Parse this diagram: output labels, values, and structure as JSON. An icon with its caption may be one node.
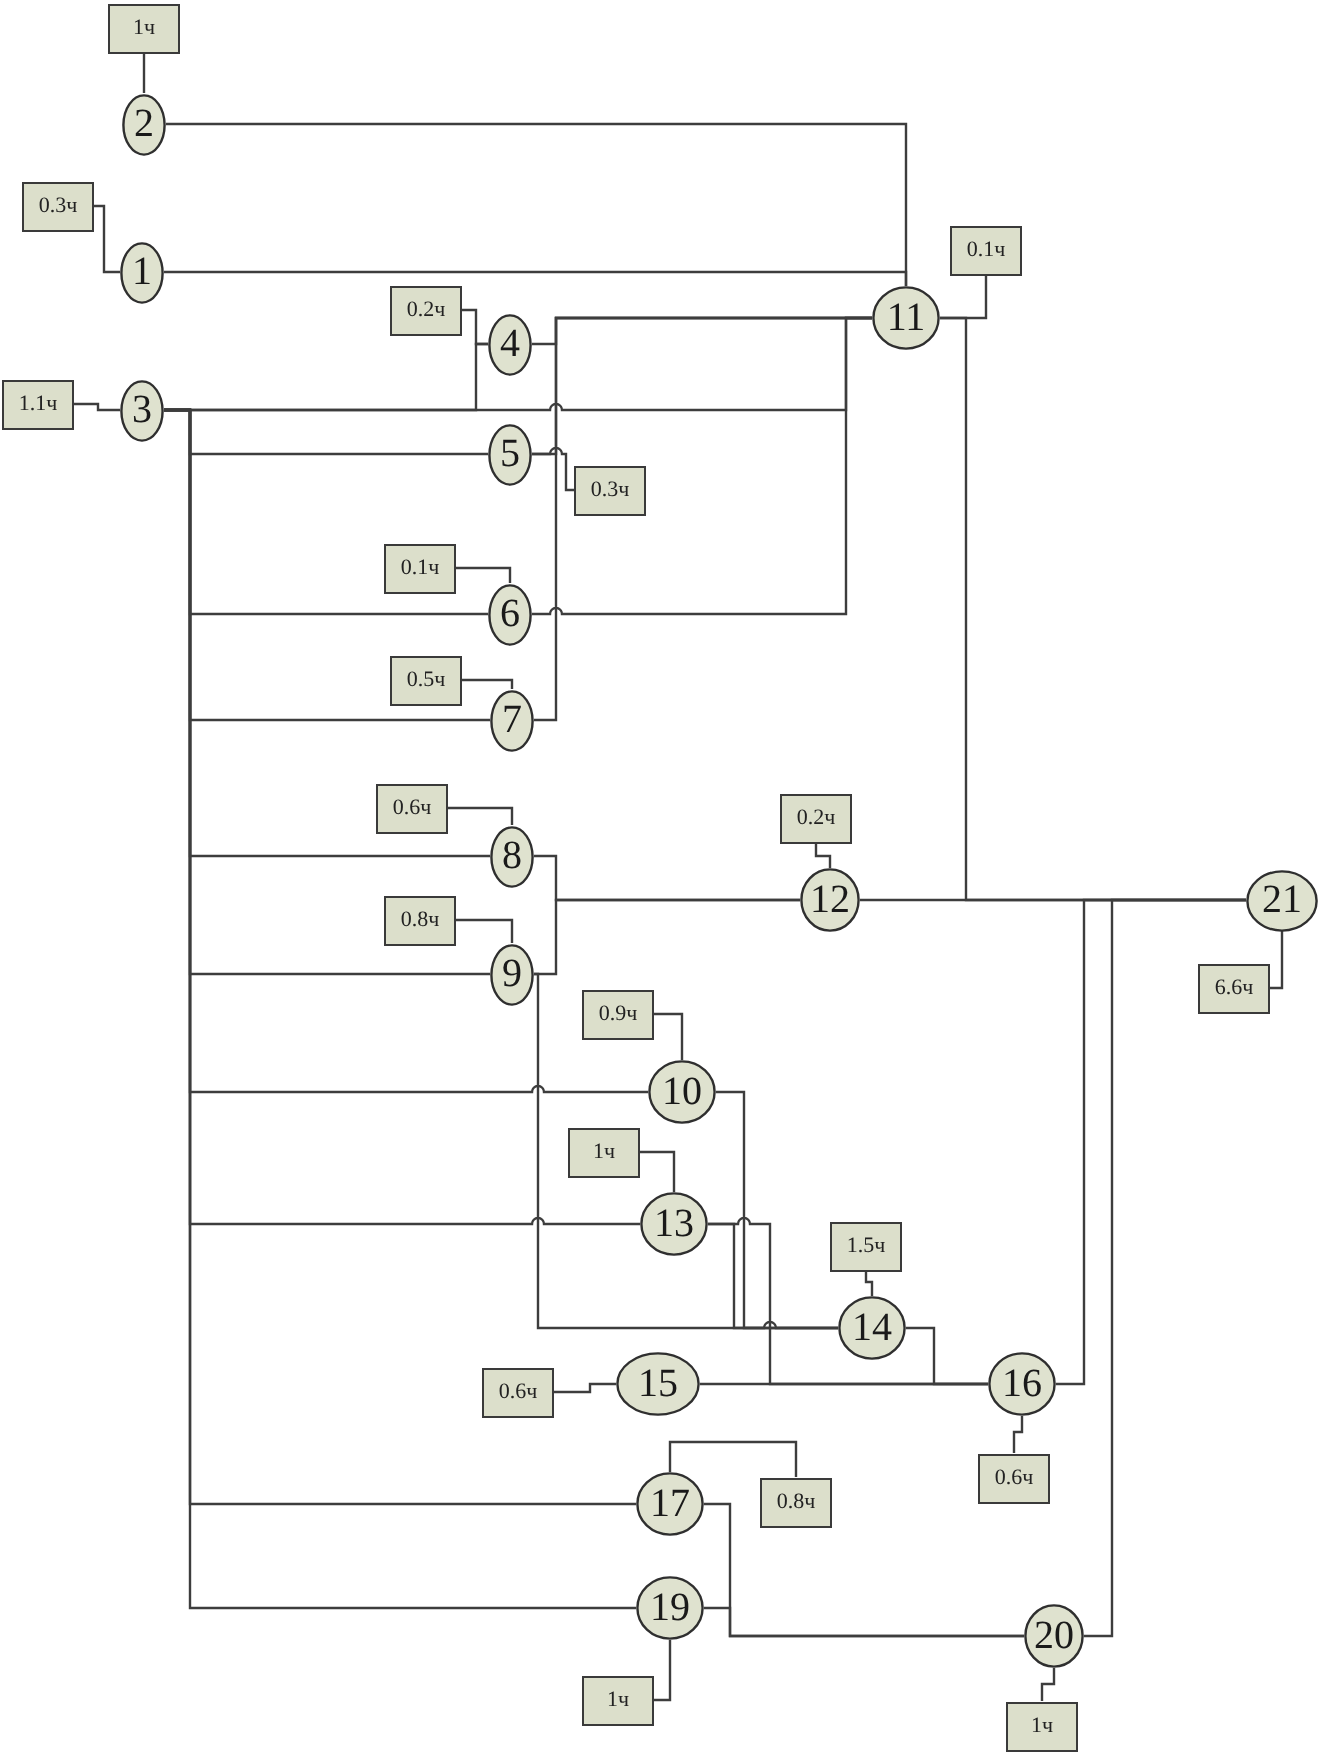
{
  "diagram": {
    "nodes": [
      {
        "text": [
          "1ч"
        ]
      },
      {
        "text": [
          "2"
        ]
      },
      {
        "text": [
          "0.3ч"
        ]
      },
      {
        "text": [
          "1"
        ]
      },
      {
        "text": [
          "0.1ч"
        ]
      },
      {
        "text": [
          "0.2ч"
        ]
      },
      {
        "text": [
          "11"
        ]
      },
      {
        "text": [
          "4"
        ]
      },
      {
        "text": [
          "1.1ч"
        ]
      },
      {
        "text": [
          "3"
        ]
      },
      {
        "text": [
          "5"
        ]
      },
      {
        "text": [
          "0.3ч"
        ]
      },
      {
        "text": [
          "0.1ч"
        ]
      },
      {
        "text": [
          "6"
        ]
      },
      {
        "text": [
          "0.5ч"
        ]
      },
      {
        "text": [
          "7"
        ]
      },
      {
        "text": [
          "0.6ч"
        ]
      },
      {
        "text": [
          "0.2ч"
        ]
      },
      {
        "text": [
          "8"
        ]
      },
      {
        "text": [
          "12"
        ]
      },
      {
        "text": [
          "21"
        ]
      },
      {
        "text": [
          "0.8ч"
        ]
      },
      {
        "text": [
          "9"
        ]
      },
      {
        "text": [
          "6.6ч"
        ]
      },
      {
        "text": [
          "0.9ч"
        ]
      },
      {
        "text": [
          "10"
        ]
      },
      {
        "text": [
          "1ч"
        ]
      },
      {
        "text": [
          "13"
        ]
      },
      {
        "text": [
          "1.5ч"
        ]
      },
      {
        "text": [
          "14"
        ]
      },
      {
        "text": [
          "0.6ч"
        ]
      },
      {
        "text": [
          "15"
        ]
      },
      {
        "text": [
          "16"
        ]
      },
      {
        "text": [
          "0.6ч"
        ]
      },
      {
        "text": [
          "0.8ч"
        ]
      },
      {
        "text": [
          "17"
        ]
      },
      {
        "text": [
          "19"
        ]
      },
      {
        "text": [
          "20"
        ]
      },
      {
        "text": [
          "1ч"
        ]
      },
      {
        "text": [
          "1ч"
        ]
      }
    ],
    "edges": [
      {
        "from": 1,
        "to": 6,
        "arrow": "none"
      },
      {
        "from": 3,
        "to": 6,
        "arrow": "none"
      },
      {
        "from": 9,
        "to": 6,
        "arrow": "none"
      },
      {
        "from": 7,
        "to": 6,
        "arrow": "none"
      },
      {
        "from": 10,
        "to": 6,
        "arrow": "none"
      },
      {
        "from": 13,
        "to": 6,
        "arrow": "none"
      },
      {
        "from": 15,
        "to": 6,
        "arrow": "none"
      },
      {
        "from": 9,
        "to": 7,
        "arrow": "none"
      },
      {
        "from": 9,
        "to": 10,
        "arrow": "none"
      },
      {
        "from": 9,
        "to": 13,
        "arrow": "none"
      },
      {
        "from": 9,
        "to": 15,
        "arrow": "none"
      },
      {
        "from": 9,
        "to": 18,
        "arrow": "none"
      },
      {
        "from": 9,
        "to": 22,
        "arrow": "none"
      },
      {
        "from": 9,
        "to": 25,
        "arrow": "none"
      },
      {
        "from": 9,
        "to": 27,
        "arrow": "none"
      },
      {
        "from": 9,
        "to": 35,
        "arrow": "none"
      },
      {
        "from": 9,
        "to": 36,
        "arrow": "none"
      },
      {
        "from": 18,
        "to": 19,
        "arrow": "none"
      },
      {
        "from": 22,
        "to": 19,
        "arrow": "none"
      },
      {
        "from": 22,
        "to": 29,
        "arrow": "none"
      },
      {
        "from": 25,
        "to": 29,
        "arrow": "none"
      },
      {
        "from": 27,
        "to": 29,
        "arrow": "none"
      },
      {
        "from": 27,
        "to": 32,
        "arrow": "none"
      },
      {
        "from": 29,
        "to": 32,
        "arrow": "none"
      },
      {
        "from": 31,
        "to": 32,
        "arrow": "none"
      },
      {
        "from": 6,
        "to": 20,
        "arrow": "none"
      },
      {
        "from": 19,
        "to": 20,
        "arrow": "none"
      },
      {
        "from": 32,
        "to": 20,
        "arrow": "none"
      },
      {
        "from": 35,
        "to": 37,
        "arrow": "none"
      },
      {
        "from": 36,
        "to": 37,
        "arrow": "none"
      },
      {
        "from": 37,
        "to": 20,
        "arrow": "none"
      },
      {
        "from": 0,
        "to": 1,
        "arrow": "none"
      },
      {
        "from": 2,
        "to": 3,
        "arrow": "none"
      },
      {
        "from": 4,
        "to": 6,
        "arrow": "none"
      },
      {
        "from": 5,
        "to": 7,
        "arrow": "none"
      },
      {
        "from": 8,
        "to": 9,
        "arrow": "none"
      },
      {
        "from": 11,
        "to": 10,
        "arrow": "none"
      },
      {
        "from": 12,
        "to": 13,
        "arrow": "none"
      },
      {
        "from": 14,
        "to": 15,
        "arrow": "none"
      },
      {
        "from": 16,
        "to": 18,
        "arrow": "none"
      },
      {
        "from": 17,
        "to": 19,
        "arrow": "none"
      },
      {
        "from": 21,
        "to": 22,
        "arrow": "none"
      },
      {
        "from": 23,
        "to": 20,
        "arrow": "none"
      },
      {
        "from": 24,
        "to": 25,
        "arrow": "none"
      },
      {
        "from": 26,
        "to": 27,
        "arrow": "none"
      },
      {
        "from": 28,
        "to": 29,
        "arrow": "none"
      },
      {
        "from": 30,
        "to": 31,
        "arrow": "none"
      },
      {
        "from": 33,
        "to": 32,
        "arrow": "none"
      },
      {
        "from": 34,
        "to": 35,
        "arrow": "none"
      },
      {
        "from": 38,
        "to": 36,
        "arrow": "none"
      },
      {
        "from": 39,
        "to": 37,
        "arrow": "none"
      }
    ]
  }
}
